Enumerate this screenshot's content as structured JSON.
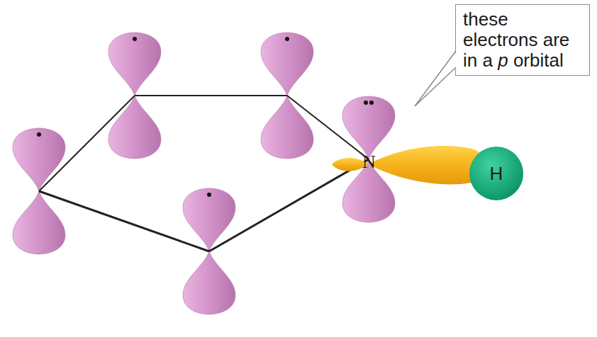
{
  "diagram": {
    "nodes": [
      {
        "text": [
          "these electrons are in a p orbital"
        ]
      },
      {
        "text": [
          "H"
        ]
      }
    ],
    "labels": [
      "N"
    ]
  }
}
